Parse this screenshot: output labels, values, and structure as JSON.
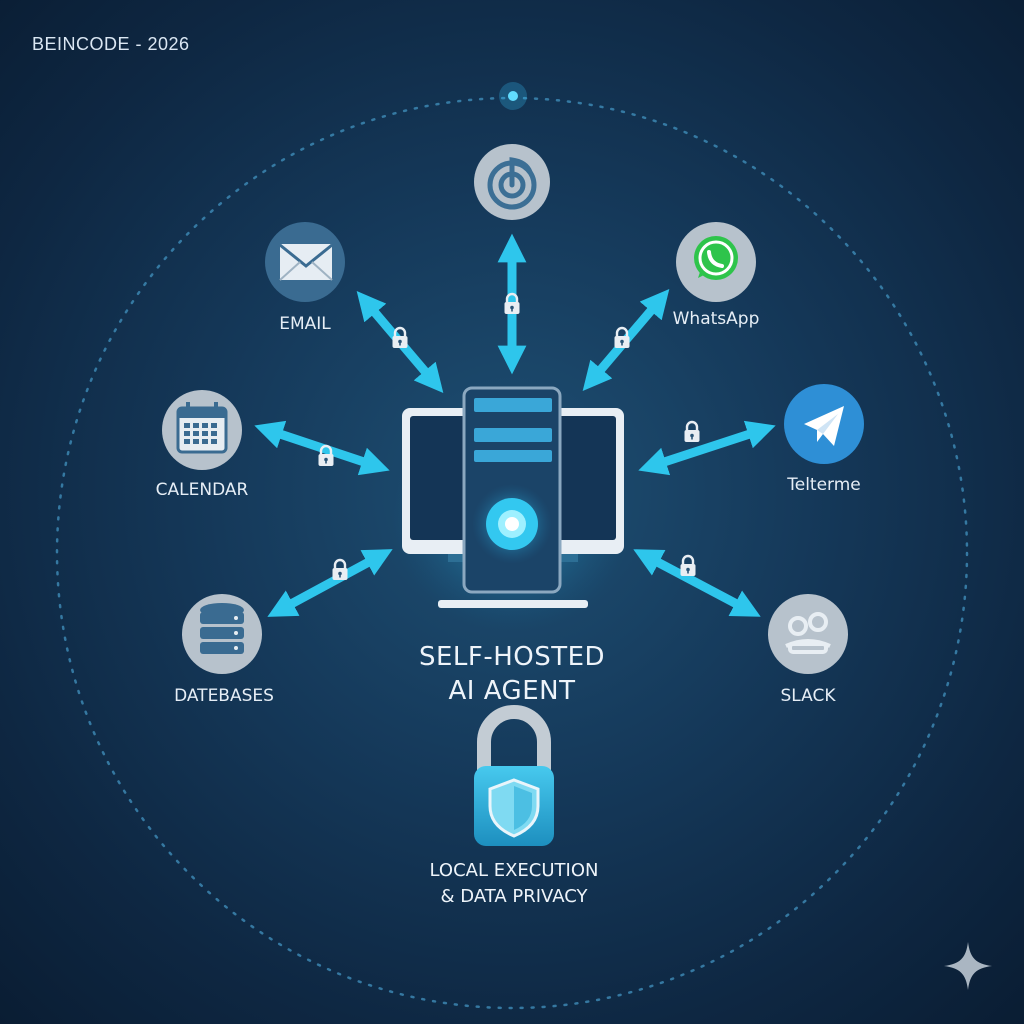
{
  "watermark": "BEINCODE - 2026",
  "center": {
    "title_line1": "SELF-HOSTED",
    "title_line2": "AI AGENT"
  },
  "privacy": {
    "line1": "LOCAL EXECUTION",
    "line2": "& DATA PRIVACY"
  },
  "nodes": {
    "email": "EMAIL",
    "whatsapp": "WhatsApp",
    "calendar": "CALENDAR",
    "telegram": "Telterme",
    "databases": "DATEBASES",
    "slack": "SLACK"
  },
  "icons": [
    "music-icon",
    "email-icon",
    "whatsapp-icon",
    "calendar-icon",
    "telegram-icon",
    "database-icon",
    "slack-icon",
    "lock-icon",
    "shield-icon",
    "server-icon",
    "monitor-icon",
    "sparkle-icon"
  ],
  "colors": {
    "background": "#15395a",
    "accent": "#29c4ea",
    "node_fill": "#b7c2cc",
    "telegram": "#2e8fd6",
    "whatsapp": "#2ec44b"
  }
}
